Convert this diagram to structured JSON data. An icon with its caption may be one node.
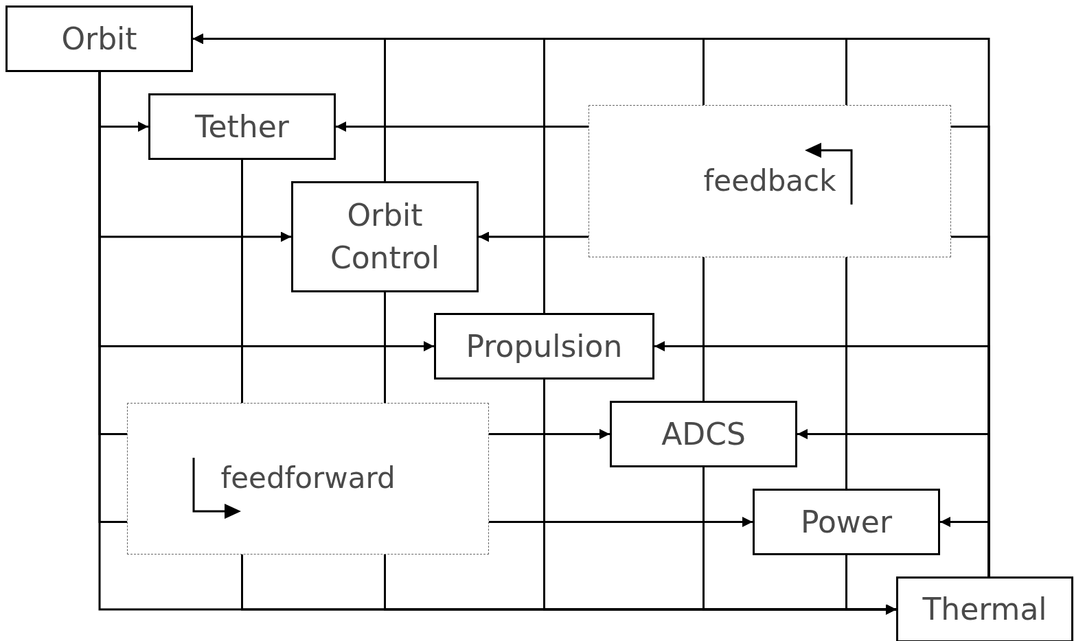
{
  "diagram": {
    "nodes": [
      {
        "text": [
          "Orbit"
        ]
      },
      {
        "text": [
          "Tether"
        ]
      },
      {
        "text": [
          "Orbit Control"
        ]
      },
      {
        "text": [
          "Propulsion"
        ]
      },
      {
        "text": [
          "ADCS"
        ]
      },
      {
        "text": [
          "Power"
        ]
      },
      {
        "text": [
          "Thermal"
        ]
      }
    ],
    "edges": [
      {
        "from": 0,
        "to": 1,
        "arrow": "to"
      },
      {
        "from": 0,
        "to": 2,
        "arrow": "to"
      },
      {
        "from": 0,
        "to": 3,
        "arrow": "to"
      },
      {
        "from": 0,
        "to": 4,
        "arrow": "to"
      },
      {
        "from": 0,
        "to": 5,
        "arrow": "to"
      },
      {
        "from": 0,
        "to": 6,
        "arrow": "to"
      },
      {
        "from": 6,
        "to": 5,
        "arrow": "to"
      },
      {
        "from": 6,
        "to": 4,
        "arrow": "to"
      },
      {
        "from": 6,
        "to": 3,
        "arrow": "to"
      },
      {
        "from": 6,
        "to": 2,
        "arrow": "to"
      },
      {
        "from": 6,
        "to": 1,
        "arrow": "to"
      },
      {
        "from": 6,
        "to": 0,
        "arrow": "to"
      },
      {
        "from": 1,
        "to": 6,
        "arrow": "to"
      },
      {
        "from": 2,
        "to": 0,
        "arrow": "to"
      },
      {
        "from": 2,
        "to": 6,
        "arrow": "to"
      },
      {
        "from": 3,
        "to": 0,
        "arrow": "to"
      },
      {
        "from": 3,
        "to": 6,
        "arrow": "to"
      },
      {
        "from": 4,
        "to": 0,
        "arrow": "to"
      },
      {
        "from": 4,
        "to": 6,
        "arrow": "to"
      },
      {
        "from": 5,
        "to": 0,
        "arrow": "to"
      },
      {
        "from": 5,
        "to": 6,
        "arrow": "to"
      }
    ],
    "labels": [
      "feedback",
      "feedforward"
    ]
  }
}
